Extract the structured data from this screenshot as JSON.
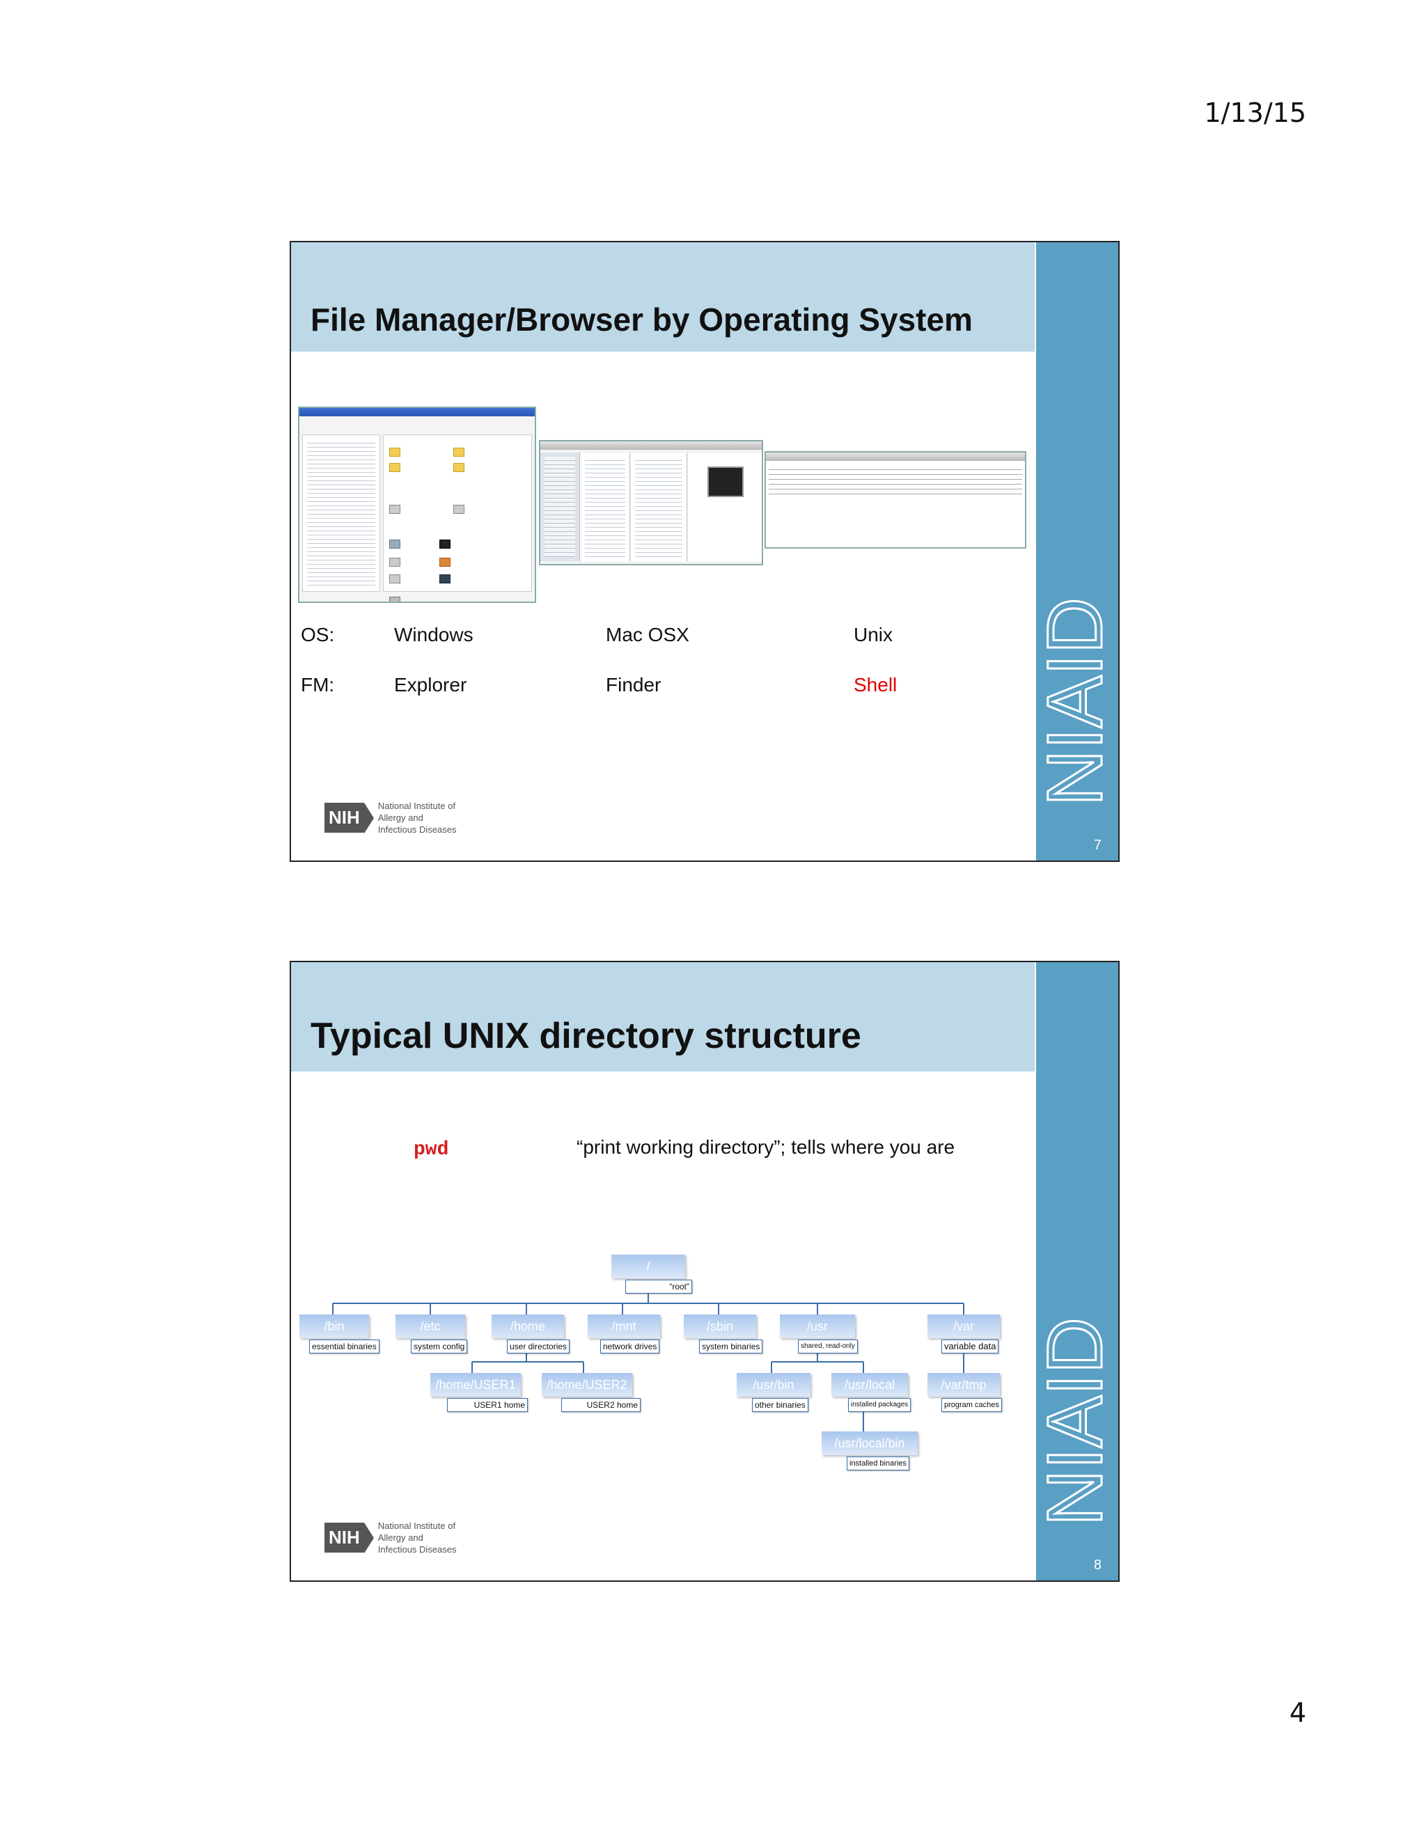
{
  "page": {
    "date": "1/13/15",
    "number": "4"
  },
  "slide1": {
    "title": "File Manager/Browser by Operating System",
    "os_label": "OS:",
    "fm_label": "FM:",
    "os": [
      "Windows",
      "Mac OSX",
      "Unix"
    ],
    "fm": [
      "Explorer",
      "Finder",
      "Shell"
    ],
    "slide_number": "7",
    "highlight_color": "#e00000"
  },
  "slide2": {
    "title": "Typical UNIX directory structure",
    "command": "pwd",
    "command_desc": "“print working directory”; tells where you are",
    "slide_number": "8",
    "tree": {
      "root": {
        "name": "/",
        "label": "“root”"
      },
      "bin": {
        "name": "/bin",
        "label": "essential binaries"
      },
      "etc": {
        "name": "/etc",
        "label": "system config"
      },
      "home": {
        "name": "/home",
        "label": "user directories"
      },
      "mnt": {
        "name": "/mnt",
        "label": "network drives"
      },
      "sbin": {
        "name": "/sbin",
        "label": "system binaries"
      },
      "usr": {
        "name": "/usr",
        "label": "shared, read-only"
      },
      "var": {
        "name": "/var",
        "label": "variable data"
      },
      "user1": {
        "name": "/home/USER1",
        "label": "USER1 home"
      },
      "user2": {
        "name": "/home/USER2",
        "label": "USER2 home"
      },
      "usrbin": {
        "name": "/usr/bin",
        "label": "other binaries"
      },
      "usrlocal": {
        "name": "/usr/local",
        "label": "installed packages"
      },
      "vartmp": {
        "name": "/var/tmp",
        "label": "program caches"
      },
      "usrlocalbin": {
        "name": "/usr/local/bin",
        "label": "installed binaries"
      }
    }
  },
  "branding": {
    "side_text": "NIAID",
    "nih": "NIH",
    "nih_lines": [
      "National Institute of",
      "Allergy and",
      "Infectious Diseases"
    ],
    "band_color": "#bdd8e7",
    "bar_color": "#5a9fc4"
  }
}
